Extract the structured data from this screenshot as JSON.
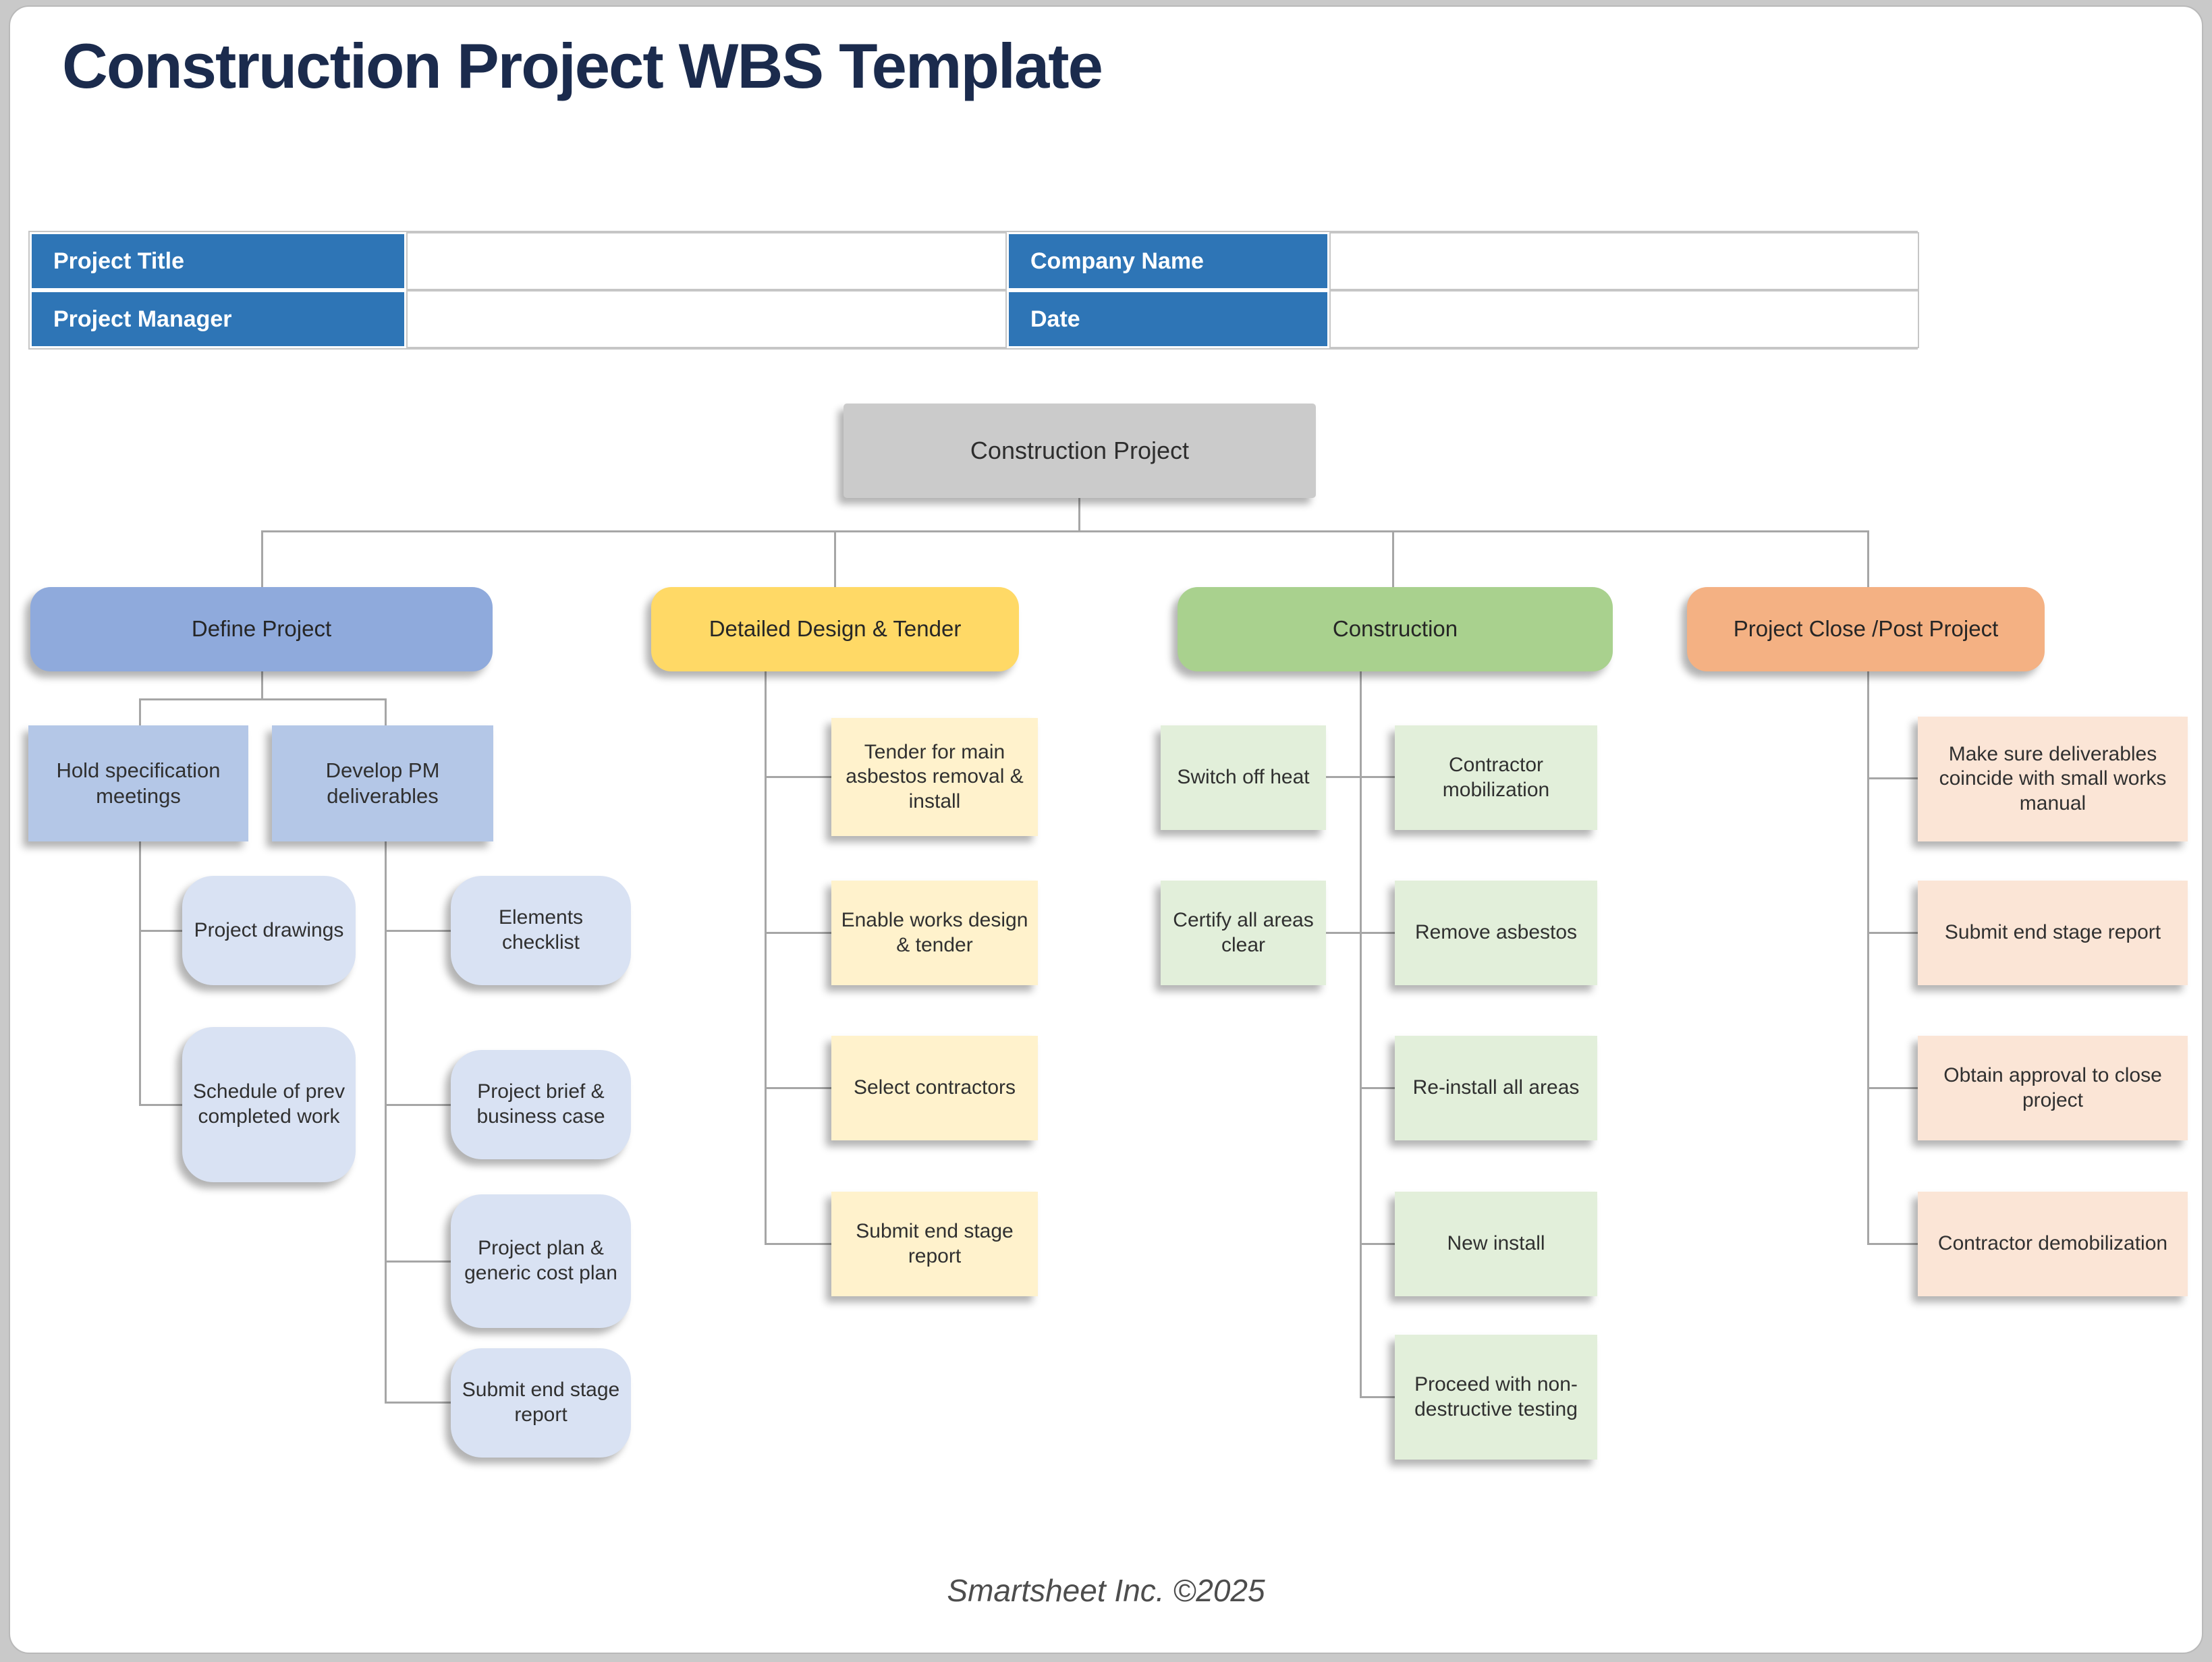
{
  "page": {
    "title": "Construction Project WBS Template",
    "footer": "Smartsheet Inc. ©2025"
  },
  "form": {
    "fields": [
      {
        "label": "Project Title",
        "value": ""
      },
      {
        "label": "Company Name",
        "value": ""
      },
      {
        "label": "Project Manager",
        "value": ""
      },
      {
        "label": "Date",
        "value": ""
      }
    ]
  },
  "palette": {
    "title_navy": "#1b2b4d",
    "table_header_blue": "#2E75B6",
    "root_gray": "#CBCBCB",
    "branch_blue": "#8FAADC",
    "branch_blue_child": "#B4C7E7",
    "branch_blue_leaf": "#D9E2F3",
    "branch_yellow": "#FFD966",
    "branch_yellow_child": "#FFF2CC",
    "branch_green": "#A9D18E",
    "branch_green_child": "#E2EFDA",
    "branch_orange": "#F4B183",
    "branch_orange_child": "#FBE5D6",
    "connector_gray": "#A6A6A6",
    "footer_gray": "#4d4d4d"
  },
  "wbs": {
    "root": {
      "label": "Construction Project"
    },
    "branches": [
      {
        "label": "Define Project",
        "children": [
          {
            "label": "Hold specification meetings",
            "children": [
              {
                "label": "Project drawings"
              },
              {
                "label": "Schedule of prev completed work"
              }
            ]
          },
          {
            "label": "Develop PM deliverables",
            "children": [
              {
                "label": "Elements checklist"
              },
              {
                "label": "Project brief & business case"
              },
              {
                "label": "Project plan & generic cost plan"
              },
              {
                "label": "Submit end stage report"
              }
            ]
          }
        ]
      },
      {
        "label": "Detailed Design & Tender",
        "children": [
          {
            "label": "Tender for main asbestos removal & install"
          },
          {
            "label": "Enable works design & tender"
          },
          {
            "label": "Select contractors"
          },
          {
            "label": "Submit end stage report"
          }
        ]
      },
      {
        "label": "Construction",
        "children_left": [
          {
            "label": "Switch off heat"
          },
          {
            "label": "Certify all areas clear"
          }
        ],
        "children_right": [
          {
            "label": "Contractor mobilization"
          },
          {
            "label": "Remove asbestos"
          },
          {
            "label": "Re-install all areas"
          },
          {
            "label": "New install"
          },
          {
            "label": "Proceed with non-destructive testing"
          }
        ]
      },
      {
        "label": "Project Close /Post Project",
        "children": [
          {
            "label": "Make sure deliverables coincide with small works manual"
          },
          {
            "label": "Submit end stage report"
          },
          {
            "label": "Obtain approval to close project"
          },
          {
            "label": "Contractor demobilization"
          }
        ]
      }
    ]
  }
}
